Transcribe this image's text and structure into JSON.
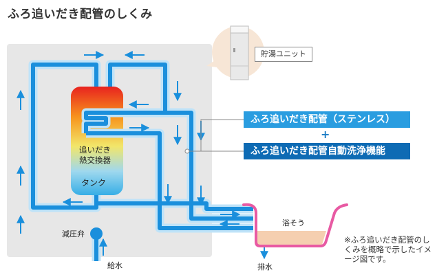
{
  "title": "ふろ追いだき配管のしくみ",
  "labels": {
    "storage_unit": "貯湯ユニット",
    "heat_exchanger_line1": "追いだき",
    "heat_exchanger_line2": "熱交換器",
    "tank": "タンク",
    "pressure_valve": "減圧弁",
    "water_supply": "給水",
    "bathtub": "浴そう",
    "drain": "排水"
  },
  "legend": {
    "pipe_stainless": "ふろ追いだき配管（ステンレス）",
    "plus": "+",
    "pipe_auto_clean": "ふろ追いだき配管自動洗浄機能"
  },
  "note": "※ふろ追いだき配管のしくみを概略で示したイメージ図です。",
  "colors": {
    "pipe": "#1a8fdc",
    "pipe_glow": "#bfe3f8",
    "panel_bg": "#e7e7e7",
    "box_light": "#2a9de0",
    "box_dark": "#0e6bb4",
    "tub_outline": "#e85aa3",
    "tub_water": "#f5cfb0"
  }
}
